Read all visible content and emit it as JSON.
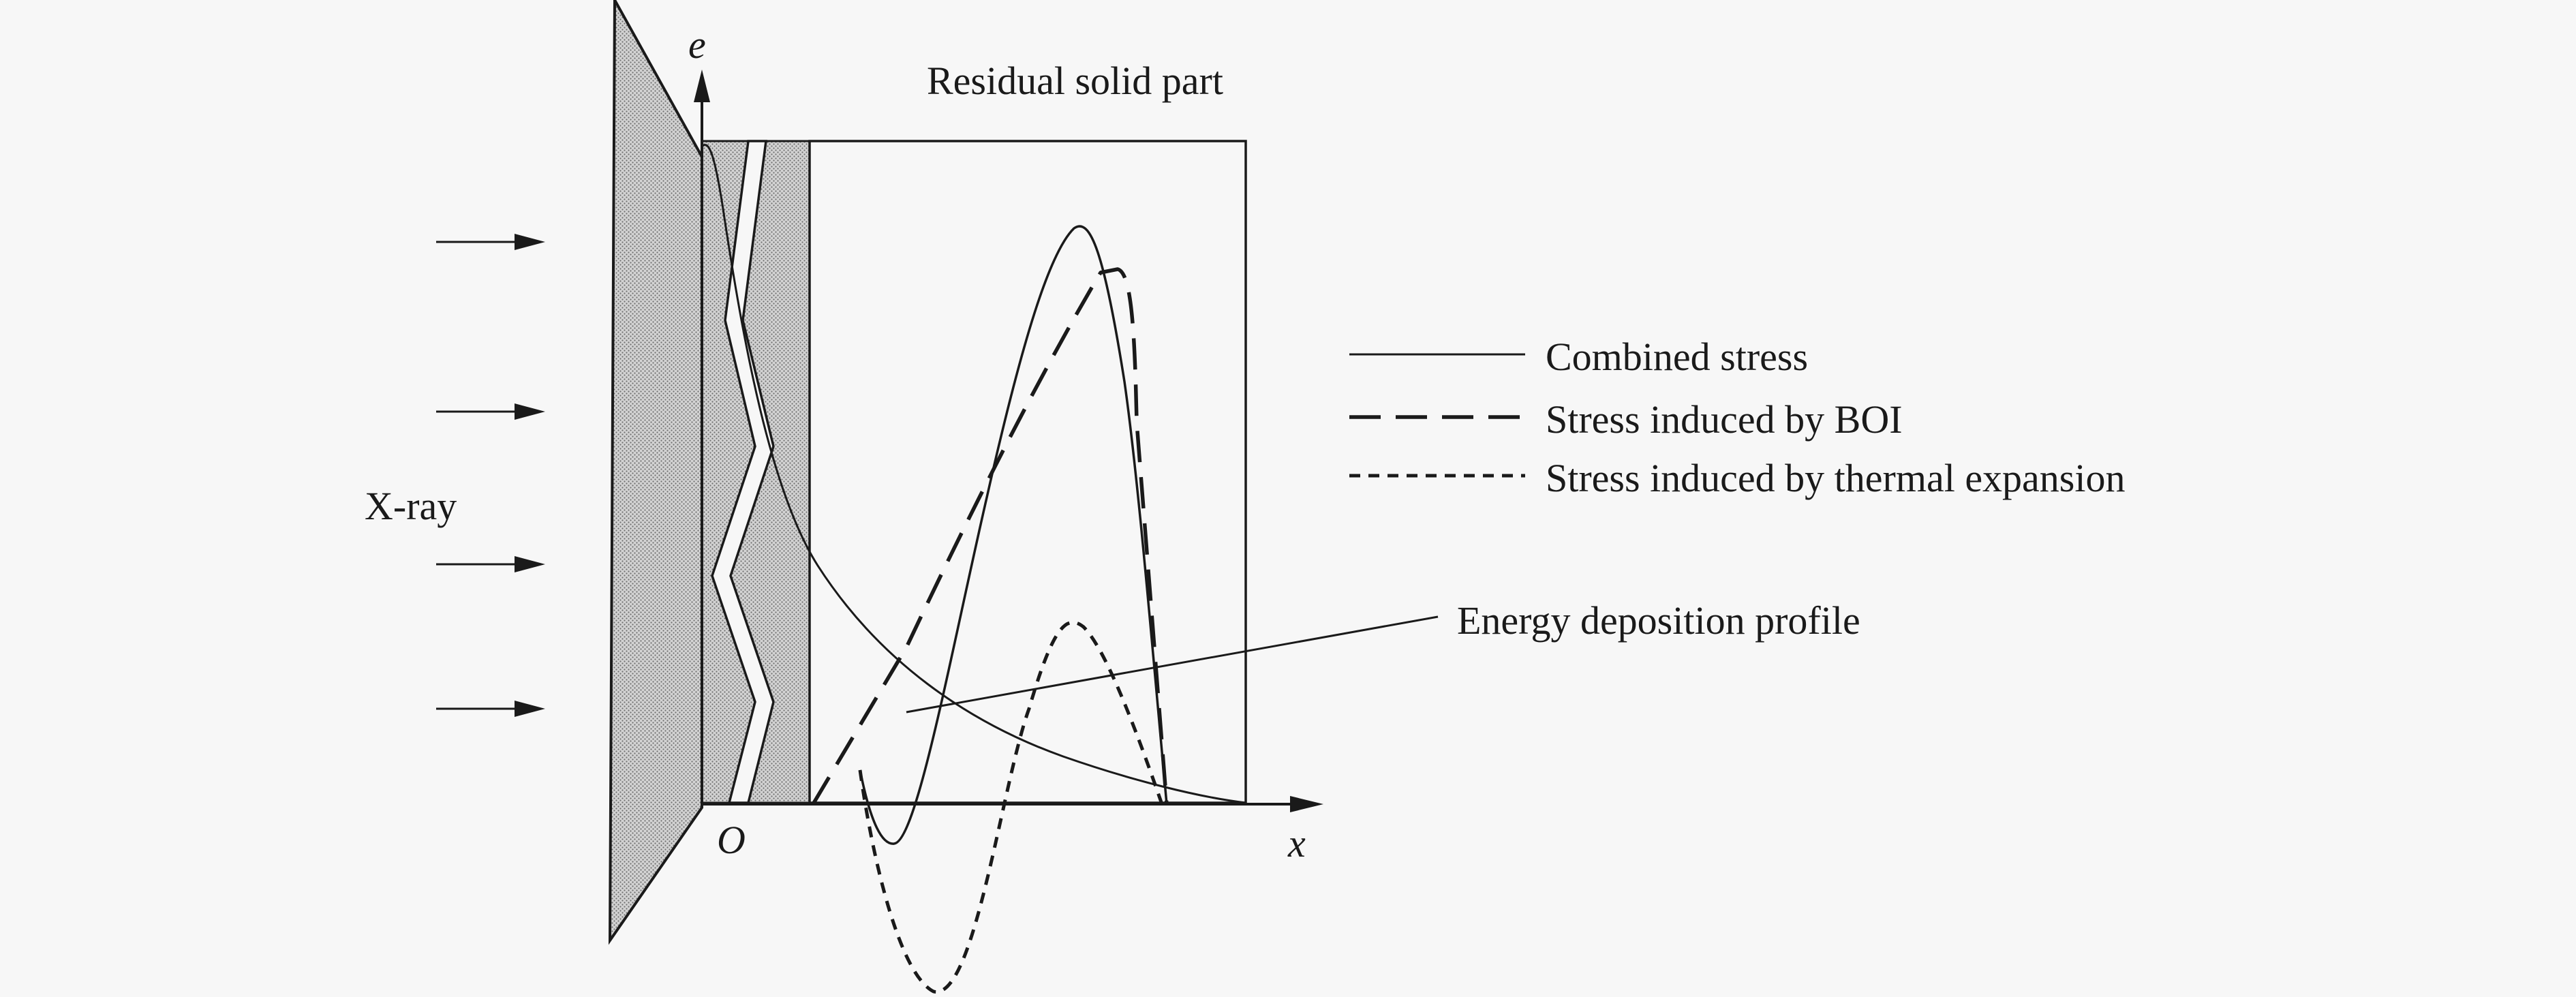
{
  "labels": {
    "title": "Residual solid part",
    "xray": "X-ray",
    "axis_y": "e",
    "axis_x": "x",
    "origin": "O",
    "energy_profile": "Energy deposition profile"
  },
  "legend": [
    {
      "label": "Combined stress",
      "style": "solid"
    },
    {
      "label": "Stress induced by BOI",
      "style": "long-dash"
    },
    {
      "label": "Stress induced by thermal expansion",
      "style": "short-dash"
    }
  ],
  "colors": {
    "ink": "#1a1a1a",
    "background": "#f7f7f7",
    "hatch": "#9a9a9a"
  }
}
